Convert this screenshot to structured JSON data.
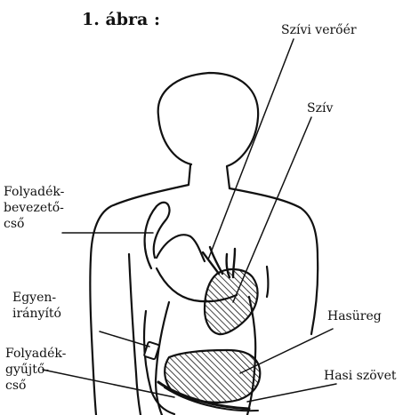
{
  "title": "1. ábra :",
  "labels": {
    "aorta": "Szívi verőér",
    "heart": "Szív",
    "inflow_tube": [
      "Folyadék-",
      "bevezető-",
      "cső"
    ],
    "one_way_valve": [
      "Egyen-",
      "irányító"
    ],
    "abdominal_cavity": "Hasüreg",
    "outflow_tube": [
      "Folyadék-",
      "gyűjtő-",
      "cső"
    ],
    "abdominal_tissue": "Hasi szövet"
  },
  "colors": {
    "ink": "#111111",
    "background": "#ffffff"
  }
}
